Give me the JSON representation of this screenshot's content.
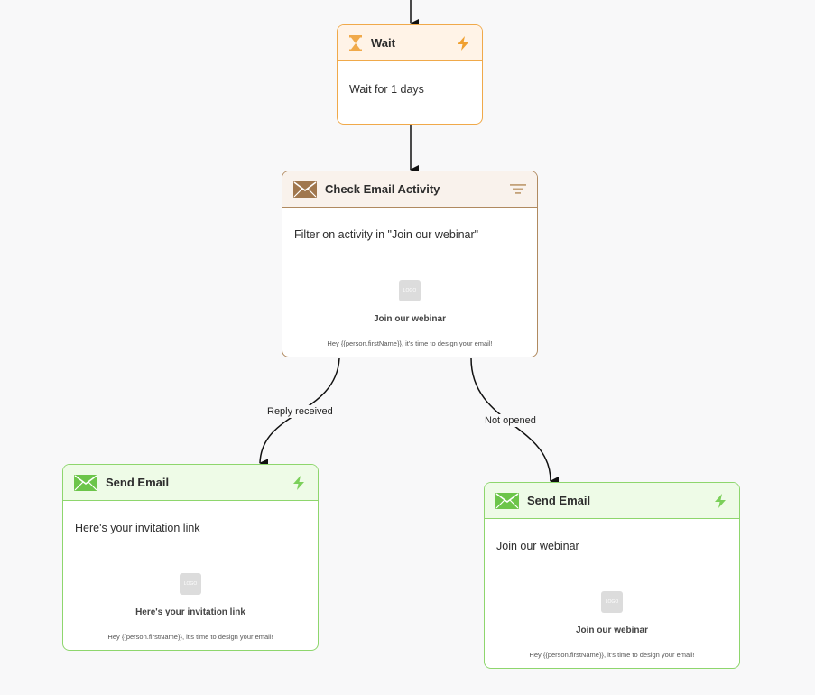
{
  "colors": {
    "wait_accent": "#f0a94a",
    "check_accent": "#b08a60",
    "send_accent": "#8ed66d",
    "bolt_orange": "#f0a030",
    "bolt_green": "#7bd05a"
  },
  "edges": {
    "reply_received": "Reply received",
    "not_opened": "Not opened"
  },
  "wait_node": {
    "icon": "hourglass-icon",
    "title": "Wait",
    "trigger_icon": "lightning-icon",
    "description": "Wait for 1 days"
  },
  "check_node": {
    "icon": "envelope-icon",
    "title": "Check Email Activity",
    "trigger_icon": "filter-icon",
    "description": "Filter on activity in \"Join our webinar\"",
    "preview": {
      "logo": "LOGO",
      "heading": "Join our webinar",
      "text": "Hey {{person.firstName}}, it's time to design your email!"
    }
  },
  "send_node_left": {
    "icon": "envelope-icon",
    "title": "Send Email",
    "trigger_icon": "lightning-icon",
    "description": "Here's your invitation link",
    "preview": {
      "logo": "LOGO",
      "heading": "Here's your invitation link",
      "text": "Hey {{person.firstName}}, it's time to design your email!"
    }
  },
  "send_node_right": {
    "icon": "envelope-icon",
    "title": "Send Email",
    "trigger_icon": "lightning-icon",
    "description": "Join our webinar",
    "preview": {
      "logo": "LOGO",
      "heading": "Join our webinar",
      "text": "Hey {{person.firstName}}, it's time to design your email!"
    }
  }
}
